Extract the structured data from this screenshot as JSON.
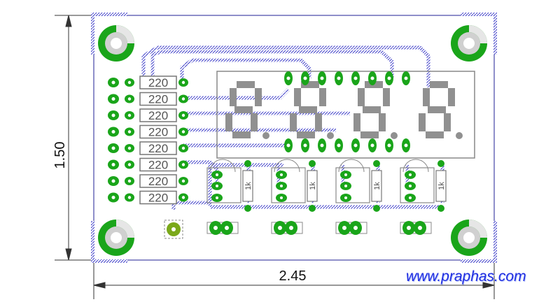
{
  "dimensions": {
    "width_label": "2.45",
    "height_label": "1.50"
  },
  "resistors": {
    "label": "220",
    "count": 8
  },
  "transistors": {
    "label": "1k",
    "count": 4
  },
  "display": {
    "digits": 4
  },
  "website": {
    "text": "www.praphas.com"
  },
  "colors": {
    "board_outline": "#5a5aa8",
    "trace": "#3c3cc8",
    "pad_green": "#1aa51a",
    "silkscreen": "#7a7a7a",
    "segment": "#909090"
  }
}
